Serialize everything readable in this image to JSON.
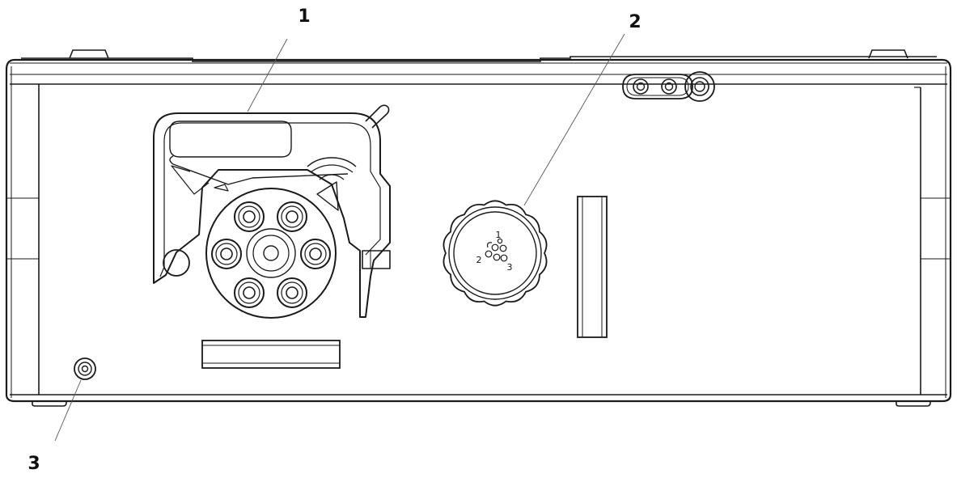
{
  "callouts": {
    "c1": "1",
    "c2": "2",
    "c3": "3"
  },
  "dial": {
    "n1": "1",
    "n2": "2",
    "n3": "3"
  },
  "colors": {
    "stroke": "#1a1a1a",
    "thin": "#333333",
    "fill": "#ffffff"
  }
}
